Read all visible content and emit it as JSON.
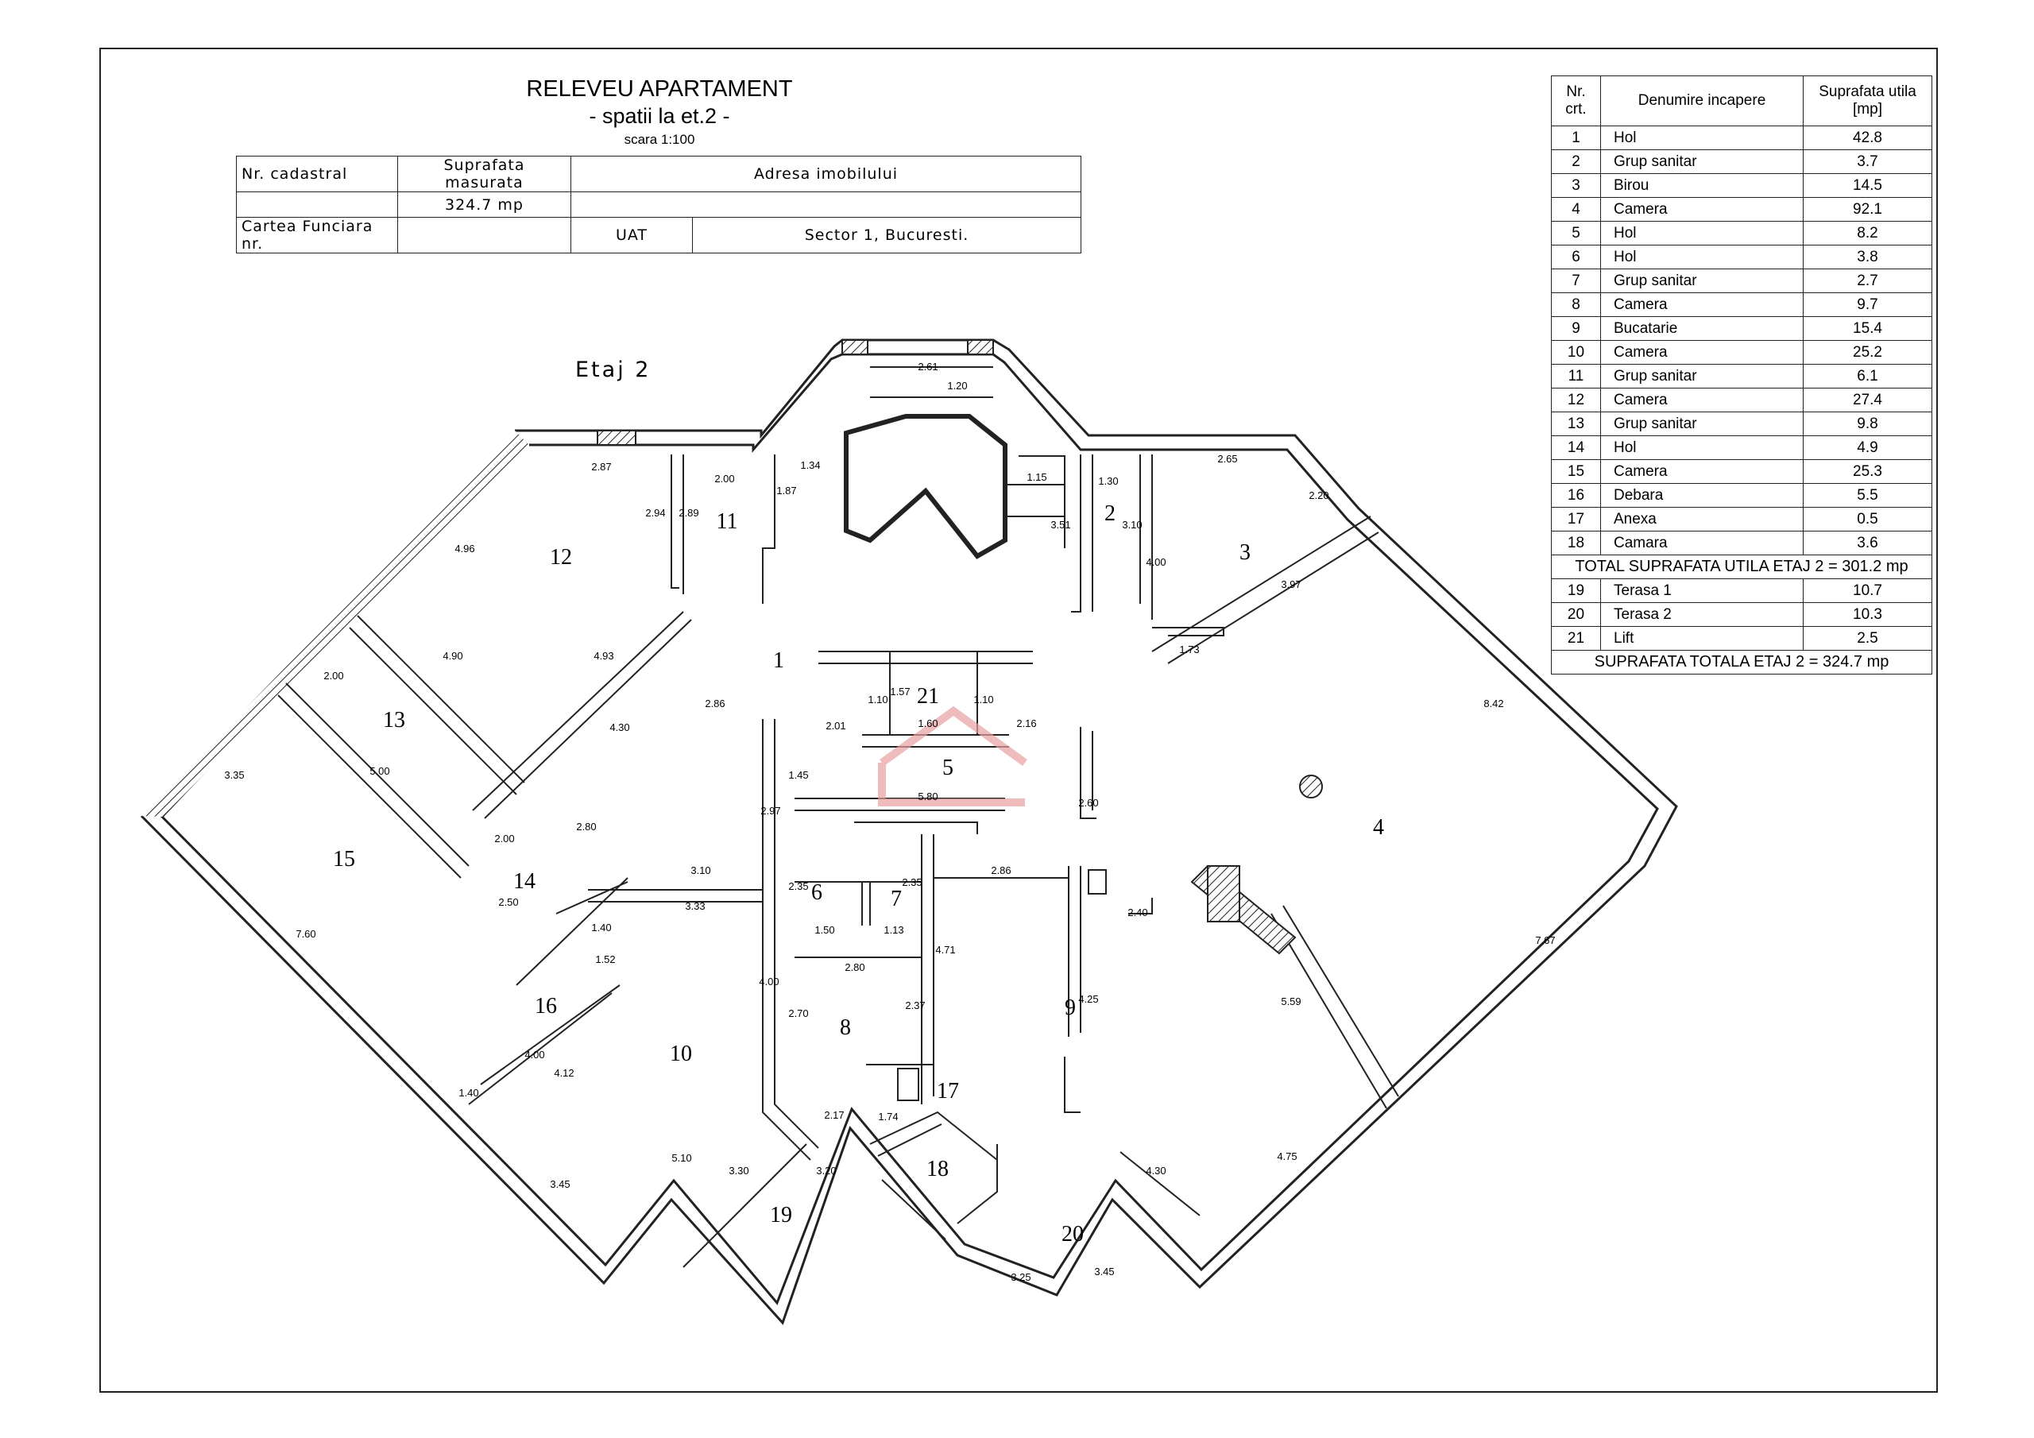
{
  "title": "RELEVEU APARTAMENT",
  "subtitle": "- spatii la et.2 -",
  "scale": "scara 1:100",
  "floor_label": "Etaj 2",
  "cadastral": {
    "col1_header": "Nr. cadastral",
    "col2_header": "Suprafata masurata",
    "col3_header": "Adresa imobilului",
    "measured_area": "324.7 mp",
    "land_book_label": "Cartea Funciara nr.",
    "uat_label": "UAT",
    "uat_value": "Sector 1, Bucuresti."
  },
  "rooms_table": {
    "header_nr": "Nr. crt.",
    "header_name": "Denumire incapere",
    "header_area": "Suprafata utila [mp]",
    "rooms": [
      {
        "nr": "1",
        "name": "Hol",
        "area": "42.8"
      },
      {
        "nr": "2",
        "name": "Grup sanitar",
        "area": "3.7"
      },
      {
        "nr": "3",
        "name": "Birou",
        "area": "14.5"
      },
      {
        "nr": "4",
        "name": "Camera",
        "area": "92.1"
      },
      {
        "nr": "5",
        "name": "Hol",
        "area": "8.2"
      },
      {
        "nr": "6",
        "name": "Hol",
        "area": "3.8"
      },
      {
        "nr": "7",
        "name": "Grup sanitar",
        "area": "2.7"
      },
      {
        "nr": "8",
        "name": "Camera",
        "area": "9.7"
      },
      {
        "nr": "9",
        "name": "Bucatarie",
        "area": "15.4"
      },
      {
        "nr": "10",
        "name": "Camera",
        "area": "25.2"
      },
      {
        "nr": "11",
        "name": "Grup sanitar",
        "area": "6.1"
      },
      {
        "nr": "12",
        "name": "Camera",
        "area": "27.4"
      },
      {
        "nr": "13",
        "name": "Grup sanitar",
        "area": "9.8"
      },
      {
        "nr": "14",
        "name": "Hol",
        "area": "4.9"
      },
      {
        "nr": "15",
        "name": "Camera",
        "area": "25.3"
      },
      {
        "nr": "16",
        "name": "Debara",
        "area": "5.5"
      },
      {
        "nr": "17",
        "name": "Anexa",
        "area": "0.5"
      },
      {
        "nr": "18",
        "name": "Camara",
        "area": "3.6"
      }
    ],
    "total_useful": "TOTAL SUPRAFATA UTILA ETAJ 2 = 301.2 mp",
    "extra_rooms": [
      {
        "nr": "19",
        "name": "Terasa 1",
        "area": "10.7"
      },
      {
        "nr": "20",
        "name": "Terasa 2",
        "area": "10.3"
      },
      {
        "nr": "21",
        "name": "Lift",
        "area": "2.5"
      }
    ],
    "total_overall": "SUPRAFATA TOTALA ETAJ 2 = 324.7 mp"
  },
  "plan_labels": {
    "r1": "1",
    "r2": "2",
    "r3": "3",
    "r4": "4",
    "r5": "5",
    "r6": "6",
    "r7": "7",
    "r8": "8",
    "r9": "9",
    "r10": "10",
    "r11": "11",
    "r12": "12",
    "r13": "13",
    "r14": "14",
    "r15": "15",
    "r16": "16",
    "r17": "17",
    "r18": "18",
    "r19": "19",
    "r20": "20",
    "r21": "21"
  },
  "dimensions": {
    "d261": "2.61",
    "d120": "1.20",
    "d287": "2.87",
    "d200a": "2.00",
    "d134": "1.34",
    "d187": "1.87",
    "d294": "2.94",
    "d289": "2.89",
    "d130": "1.30",
    "d265": "2.65",
    "d220": "2.20",
    "d310": "3.10",
    "d400a": "4.00",
    "d397": "3.97",
    "d173": "1.73",
    "d496": "4.96",
    "d490": "4.90",
    "d493": "4.93",
    "d430a": "4.30",
    "d286a": "2.86",
    "d201": "2.01",
    "d160": "1.60",
    "d216": "2.16",
    "d157": "1.57",
    "d110a": "1.10",
    "d110b": "1.10",
    "d842": "8.42",
    "d200b": "2.00",
    "d500": "5.00",
    "d335": "3.35",
    "d580": "5.80",
    "d145": "1.45",
    "d297": "2.97",
    "d260": "2.60",
    "d280a": "2.80",
    "d200c": "2.00",
    "d310b": "3.10",
    "d333": "3.33",
    "d250": "2.50",
    "d140a": "1.40",
    "d152": "1.52",
    "d235a": "2.35",
    "d235b": "2.35",
    "d286b": "2.86",
    "d150": "1.50",
    "d113": "1.13",
    "d280b": "2.80",
    "d471": "4.71",
    "d240": "2.40",
    "d760": "7.60",
    "d400b": "4.00",
    "d270": "2.70",
    "d237": "2.37",
    "d425": "4.25",
    "d559": "5.59",
    "d767": "7.67",
    "d412": "4.12",
    "d400c": "4.00",
    "d140b": "1.40",
    "d217": "2.17",
    "d174": "1.74",
    "d345a": "3.45",
    "d510": "5.10",
    "d330": "3.30",
    "d320": "3.20",
    "d325": "3.25",
    "d345b": "3.45",
    "d430b": "4.30",
    "d475": "4.75",
    "d115": "1.15",
    "d351": "3.51"
  },
  "colors": {
    "line": "#222222",
    "watermark": "#e8a0a0"
  }
}
